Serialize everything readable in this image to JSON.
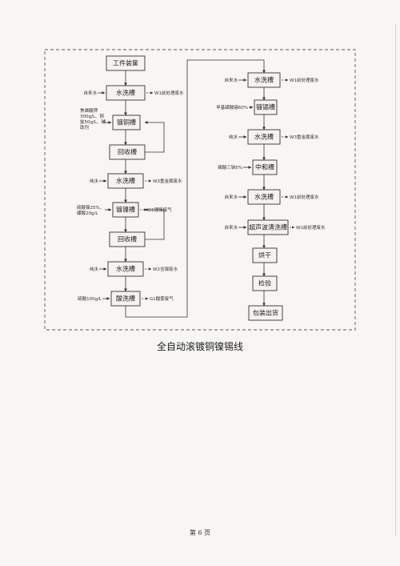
{
  "diagram": {
    "nodes": [
      {
        "id": "n1",
        "label": "工件装筐"
      },
      {
        "id": "n2",
        "label": "水洗槽"
      },
      {
        "id": "n3",
        "label": "镀铜槽"
      },
      {
        "id": "n4",
        "label": "回收槽"
      },
      {
        "id": "n5",
        "label": "水洗槽"
      },
      {
        "id": "n6",
        "label": "镀镍槽"
      },
      {
        "id": "n7",
        "label": "回收槽"
      },
      {
        "id": "n8",
        "label": "水洗槽"
      },
      {
        "id": "n9",
        "label": "酸洗槽"
      },
      {
        "id": "n10",
        "label": "水洗槽"
      },
      {
        "id": "n11",
        "label": "镀锡槽"
      },
      {
        "id": "n12",
        "label": "水洗槽"
      },
      {
        "id": "n13",
        "label": "中和槽"
      },
      {
        "id": "n14",
        "label": "水洗槽"
      },
      {
        "id": "n15",
        "label": "超声波清洗槽"
      },
      {
        "id": "n16",
        "label": "烘干"
      },
      {
        "id": "n17",
        "label": "检验"
      },
      {
        "id": "n18",
        "label": "包装出货"
      }
    ],
    "inputs": [
      {
        "id": "i2",
        "lines": [
          "自来水"
        ]
      },
      {
        "id": "i3",
        "lines": [
          "焦磷酸钾",
          "300g/L、铜",
          "盐50g/L、辅",
          "助剂"
        ]
      },
      {
        "id": "i5",
        "lines": [
          "纯水"
        ]
      },
      {
        "id": "i6",
        "lines": [
          "硫酸镍25%、",
          "硼酸20g/L"
        ]
      },
      {
        "id": "i8",
        "lines": [
          "纯水"
        ]
      },
      {
        "id": "i9",
        "lines": [
          "硫酸100g/L"
        ]
      },
      {
        "id": "i10",
        "lines": [
          "自来水"
        ]
      },
      {
        "id": "i11",
        "lines": [
          "甲基磺酸锡60%"
        ]
      },
      {
        "id": "i12",
        "lines": [
          "纯水"
        ]
      },
      {
        "id": "i13",
        "lines": [
          "磷酸三钠5%"
        ]
      },
      {
        "id": "i14",
        "lines": [
          "自来水"
        ]
      },
      {
        "id": "i15",
        "lines": [
          "自来水"
        ]
      }
    ],
    "outputs": [
      {
        "id": "o2",
        "label": "W1前处理废水"
      },
      {
        "id": "o5",
        "label": "W3重金属废水"
      },
      {
        "id": "o6",
        "label": "G1镀镍废气"
      },
      {
        "id": "o8",
        "label": "W2含镍废水"
      },
      {
        "id": "o9",
        "label": "G1酸雾废气"
      },
      {
        "id": "o10",
        "label": "W1前处理废水"
      },
      {
        "id": "o12",
        "label": "W3重金属废水"
      },
      {
        "id": "o14",
        "label": "W1前处理废水"
      },
      {
        "id": "o15",
        "label": "W1前处理废水"
      }
    ]
  },
  "caption": "全自动滚镀铜镍锡线",
  "page_number": "第 6 页"
}
